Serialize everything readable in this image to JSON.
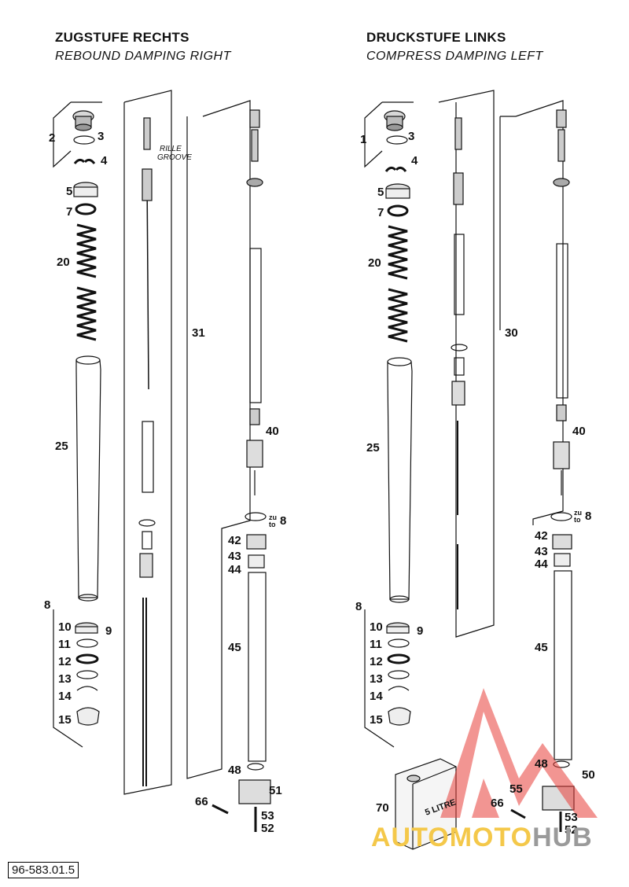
{
  "left": {
    "title": "ZUGSTUFE RECHTS",
    "subtitle": "REBOUND DAMPING RIGHT",
    "groove_label": "RILLE",
    "groove_label2": "GROOVE",
    "parts": [
      "2",
      "3",
      "4",
      "5",
      "7",
      "20",
      "25",
      "8",
      "10",
      "9",
      "11",
      "12",
      "13",
      "14",
      "15",
      "31",
      "40",
      "42",
      "43",
      "44",
      "45",
      "48",
      "51",
      "66",
      "53",
      "52"
    ],
    "zu_to": [
      "zu",
      "to"
    ],
    "zu_to_ref": "8"
  },
  "right": {
    "title": "DRUCKSTUFE LINKS",
    "subtitle": "COMPRESS DAMPING LEFT",
    "parts": [
      "1",
      "3",
      "4",
      "5",
      "7",
      "20",
      "25",
      "8",
      "10",
      "9",
      "11",
      "12",
      "13",
      "14",
      "15",
      "30",
      "40",
      "42",
      "43",
      "44",
      "45",
      "48",
      "50",
      "55",
      "66",
      "53",
      "52",
      "70"
    ],
    "zu_to": [
      "zu",
      "to"
    ],
    "zu_to_ref": "8",
    "can_label": "5 LITRE"
  },
  "drawing_code": "96-583.01.5",
  "watermark": {
    "part1": "AUTOMOTO",
    "part2": "HUB",
    "color_primary": "#e8403a",
    "color_secondary": "#f4c84a"
  }
}
